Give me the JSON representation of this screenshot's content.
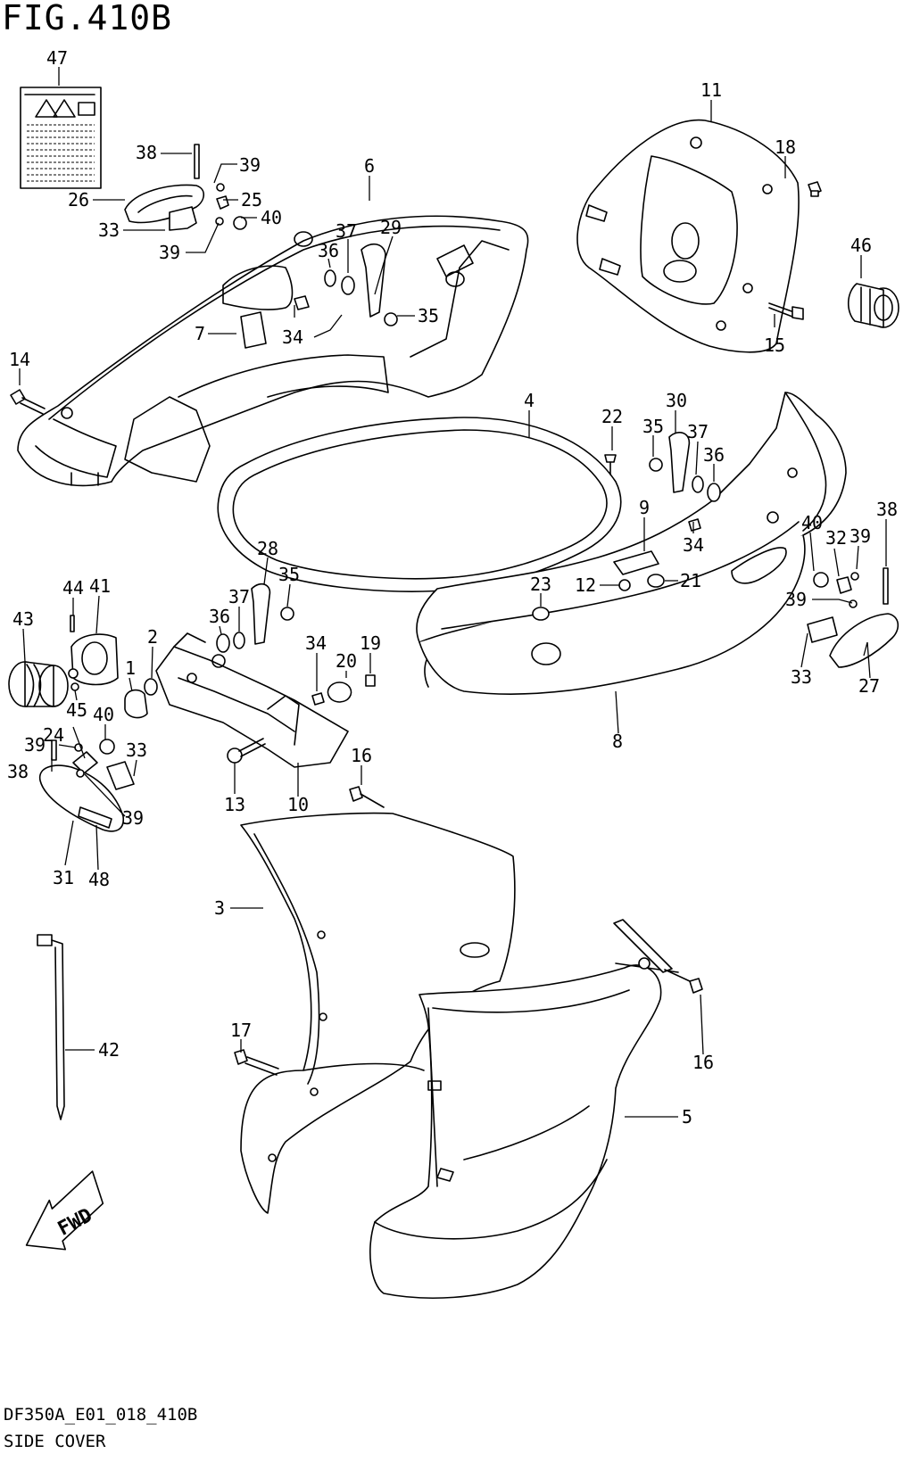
{
  "figure": {
    "title": "FIG.410B",
    "code": "DF350A_E01_018_410B",
    "name": "SIDE COVER",
    "direction_badge": "FWD"
  },
  "callouts": [
    {
      "id": "c47",
      "label": "47"
    },
    {
      "id": "c11",
      "label": "11"
    },
    {
      "id": "c38a",
      "label": "38"
    },
    {
      "id": "c39a",
      "label": "39"
    },
    {
      "id": "c6",
      "label": "6"
    },
    {
      "id": "c18",
      "label": "18"
    },
    {
      "id": "c26",
      "label": "26"
    },
    {
      "id": "c25",
      "label": "25"
    },
    {
      "id": "c40a",
      "label": "40"
    },
    {
      "id": "c33a",
      "label": "33"
    },
    {
      "id": "c37a",
      "label": "37"
    },
    {
      "id": "c29",
      "label": "29"
    },
    {
      "id": "c36a",
      "label": "36"
    },
    {
      "id": "c46",
      "label": "46"
    },
    {
      "id": "c39b",
      "label": "39"
    },
    {
      "id": "c35a",
      "label": "35"
    },
    {
      "id": "c7",
      "label": "7"
    },
    {
      "id": "c34a",
      "label": "34"
    },
    {
      "id": "c15",
      "label": "15"
    },
    {
      "id": "c14",
      "label": "14"
    },
    {
      "id": "c4",
      "label": "4"
    },
    {
      "id": "c30",
      "label": "30"
    },
    {
      "id": "c22",
      "label": "22"
    },
    {
      "id": "c35b",
      "label": "35"
    },
    {
      "id": "c37b",
      "label": "37"
    },
    {
      "id": "c36b",
      "label": "36"
    },
    {
      "id": "c9",
      "label": "9"
    },
    {
      "id": "c38b",
      "label": "38"
    },
    {
      "id": "c40b",
      "label": "40"
    },
    {
      "id": "c32",
      "label": "32"
    },
    {
      "id": "c39c",
      "label": "39"
    },
    {
      "id": "c34b",
      "label": "34"
    },
    {
      "id": "c28",
      "label": "28"
    },
    {
      "id": "c35c",
      "label": "35"
    },
    {
      "id": "c12",
      "label": "12"
    },
    {
      "id": "c21",
      "label": "21"
    },
    {
      "id": "c23",
      "label": "23"
    },
    {
      "id": "c44",
      "label": "44"
    },
    {
      "id": "c41",
      "label": "41"
    },
    {
      "id": "c37c",
      "label": "37"
    },
    {
      "id": "c39d",
      "label": "39"
    },
    {
      "id": "c43",
      "label": "43"
    },
    {
      "id": "c36c",
      "label": "36"
    },
    {
      "id": "c2",
      "label": "2"
    },
    {
      "id": "c34c",
      "label": "34"
    },
    {
      "id": "c19",
      "label": "19"
    },
    {
      "id": "c1",
      "label": "1"
    },
    {
      "id": "c20",
      "label": "20"
    },
    {
      "id": "c33b",
      "label": "33"
    },
    {
      "id": "c27",
      "label": "27"
    },
    {
      "id": "c45",
      "label": "45"
    },
    {
      "id": "c24",
      "label": "24"
    },
    {
      "id": "c40c",
      "label": "40"
    },
    {
      "id": "c8",
      "label": "8"
    },
    {
      "id": "c39e",
      "label": "39"
    },
    {
      "id": "c33c",
      "label": "33"
    },
    {
      "id": "c16a",
      "label": "16"
    },
    {
      "id": "c38c",
      "label": "38"
    },
    {
      "id": "c39f",
      "label": "39"
    },
    {
      "id": "c13",
      "label": "13"
    },
    {
      "id": "c10",
      "label": "10"
    },
    {
      "id": "c31",
      "label": "31"
    },
    {
      "id": "c48",
      "label": "48"
    },
    {
      "id": "c3",
      "label": "3"
    },
    {
      "id": "c42",
      "label": "42"
    },
    {
      "id": "c17",
      "label": "17"
    },
    {
      "id": "c16b",
      "label": "16"
    },
    {
      "id": "c5",
      "label": "5"
    }
  ]
}
